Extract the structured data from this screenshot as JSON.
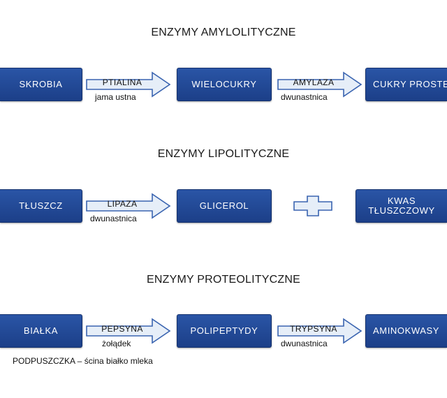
{
  "amylolytic": {
    "title": "ENZYMY AMYLOLITYCZNE",
    "box1": "SKROBIA",
    "arrow1": {
      "label": "PTIALINA",
      "sub": "jama ustna"
    },
    "box2": "WIELOCUKRY",
    "arrow2": {
      "label": "AMYLAZA",
      "sub": "dwunastnica"
    },
    "box3": "CUKRY PROSTE"
  },
  "lipolytic": {
    "title": "ENZYMY LIPOLITYCZNE",
    "box1": "TŁUSZCZ",
    "arrow1": {
      "label": "LIPAZA",
      "sub": "dwunastnica"
    },
    "box2": "GLICEROL",
    "box3_line1": "KWAS",
    "box3_line2": "TŁUSZCZOWY"
  },
  "proteolytic": {
    "title": "ENZYMY PROTEOLITYCZNE",
    "box1": "BIAŁKA",
    "arrow1": {
      "label": "PEPSYNA",
      "sub": "żołądek"
    },
    "box2": "POLIPEPTYDY",
    "arrow2": {
      "label": "TRYPSYNA",
      "sub": "dwunastnica"
    },
    "box3": "AMINOKWASY",
    "footnote": "PODPUSZCZKA – ścina białko mleka"
  },
  "colors": {
    "box": "#1f4590",
    "arrow_fill": "#e6eef8",
    "arrow_stroke": "#3a64b0"
  }
}
